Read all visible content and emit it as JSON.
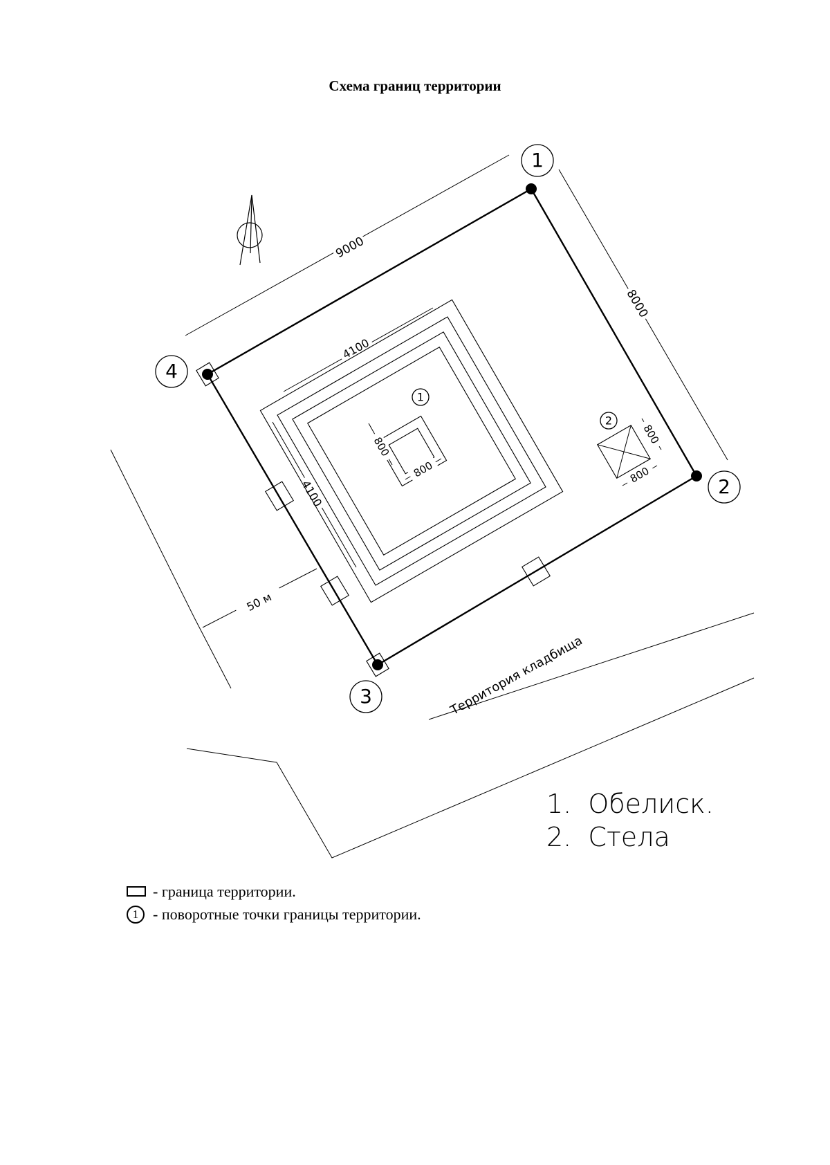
{
  "title": "Схема границ территории",
  "dimensions": {
    "outer_top": "9000",
    "outer_right": "8000",
    "inner_top": "4100",
    "inner_left": "4100",
    "obelisk_left": "800",
    "obelisk_bottom": "800",
    "stela_right": "800",
    "stela_bottom": "800",
    "distance": "50 м"
  },
  "turning_points": [
    "1",
    "2",
    "3",
    "4"
  ],
  "objects": {
    "obelisk_marker": "1",
    "stela_marker": "2"
  },
  "cemetery_label": "Территория кладбища",
  "object_list": [
    "1.  Обелиск.",
    "2.  Стела"
  ],
  "legend": {
    "boundary_symbol_text": "- граница территории.",
    "point_symbol_glyph": "1",
    "point_symbol_text": "- поворотные точки границы территории."
  }
}
